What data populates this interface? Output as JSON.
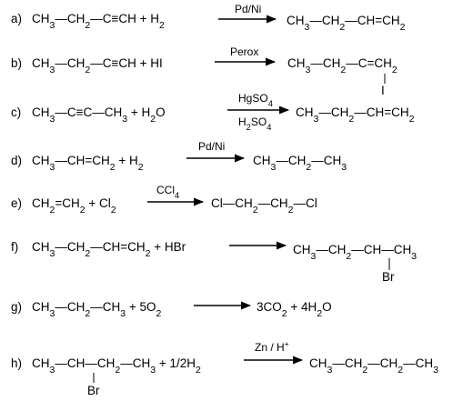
{
  "reactions": [
    {
      "label": "a)",
      "reactant": "CH3—CH2—C≡CH + H2",
      "condition_above": "Pd/Ni",
      "condition_below": "",
      "product": "CH3—CH2—CH=CH2",
      "substituent": ""
    },
    {
      "label": "b)",
      "reactant": "CH3—CH2—C≡CH + HI",
      "condition_above": "Perox",
      "condition_below": "",
      "product": "CH3—CH2—C=CH2",
      "substituent": "I"
    },
    {
      "label": "c)",
      "reactant": "CH3—C≡C—CH3 + H2O",
      "condition_above": "HgSO4",
      "condition_below": "H2SO4",
      "product": "CH3—CH2—CH=CH2",
      "substituent": ""
    },
    {
      "label": "d)",
      "reactant": "CH3—CH=CH2 + H2",
      "condition_above": "Pd/Ni",
      "condition_below": "",
      "product": "CH3—CH2—CH3",
      "substituent": ""
    },
    {
      "label": "e)",
      "reactant": "CH2=CH2 + Cl2",
      "condition_above": "CCl4",
      "condition_below": "",
      "product": "Cl—CH2—CH2—Cl",
      "substituent": ""
    },
    {
      "label": "f)",
      "reactant": "CH3—CH2—CH=CH2 + HBr",
      "condition_above": "",
      "condition_below": "",
      "product": "CH3—CH2—CH—CH3",
      "substituent": "Br"
    },
    {
      "label": "g)",
      "reactant": "CH3—CH2—CH3 + 5O2",
      "condition_above": "",
      "condition_below": "",
      "product": "3CO2 + 4H2O",
      "substituent": ""
    },
    {
      "label": "h)",
      "reactant": "CH3—CH—CH2—CH3 + 1/2H2",
      "condition_above": "Zn / H+",
      "condition_below": "",
      "product": "CH3—CH2—CH2—CH3",
      "substituent": "Br"
    }
  ]
}
